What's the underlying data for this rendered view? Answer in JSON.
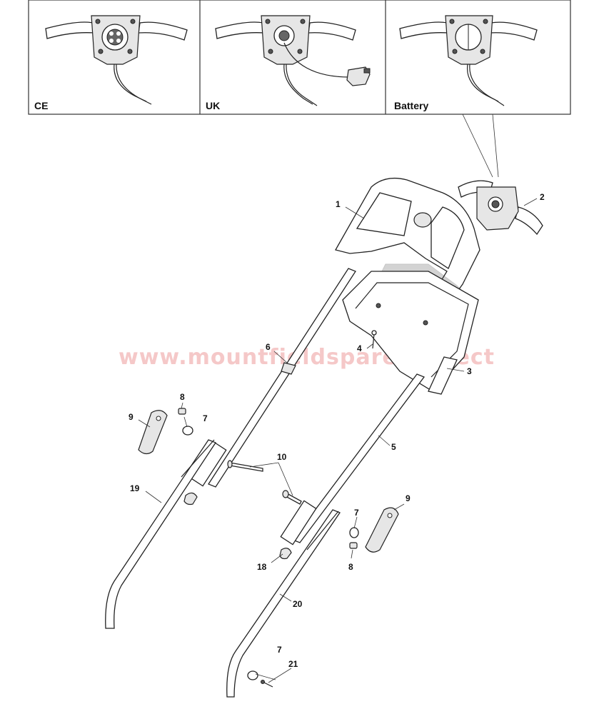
{
  "insets": [
    {
      "id": "ce",
      "label": "CE"
    },
    {
      "id": "uk",
      "label": "UK"
    },
    {
      "id": "battery",
      "label": "Battery"
    }
  ],
  "callouts": {
    "p1": "1",
    "p2": "2",
    "p3": "3",
    "p4": "4",
    "p5": "5",
    "p6": "6",
    "p7a": "7",
    "p7b": "7",
    "p7c": "7",
    "p8a": "8",
    "p8b": "8",
    "p9a": "9",
    "p9b": "9",
    "p10": "10",
    "p18": "18",
    "p19": "19",
    "p20": "20",
    "p21": "21"
  },
  "watermark": "www.mountfieldspares.direct"
}
